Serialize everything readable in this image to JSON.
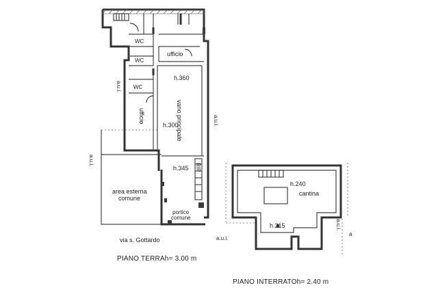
{
  "ground_floor": {
    "rooms": {
      "wc_1": "WC",
      "wc_2": "WC",
      "wc_3": "WC",
      "ufficio_top": "ufficio",
      "ufficio_side": "ufficio",
      "vano_principale": "vano principale",
      "area_esterna": "area esterna",
      "comune": "comune",
      "portico": "portico",
      "portico_comune": "comune",
      "rip": "RIP"
    },
    "heights": {
      "h1": "h.360",
      "h2": "h.300",
      "h3": "h.345"
    },
    "aui_left": "a.u.i.",
    "aui_right": "a.u.i.",
    "aui_far_left": "a.u.i.",
    "street": "via s. Gottardo",
    "title": "PIANO TERRAh= 3.00 m"
  },
  "basement": {
    "rooms": {
      "cantina": "cantina"
    },
    "heights": {
      "h1": "h.240",
      "h2": "h.215"
    },
    "aui_bottom": "a.u.i.",
    "aui_right": "a.u.i.",
    "a_label": "a",
    "title": "PIANO INTERRATOh= 2.40 m"
  }
}
